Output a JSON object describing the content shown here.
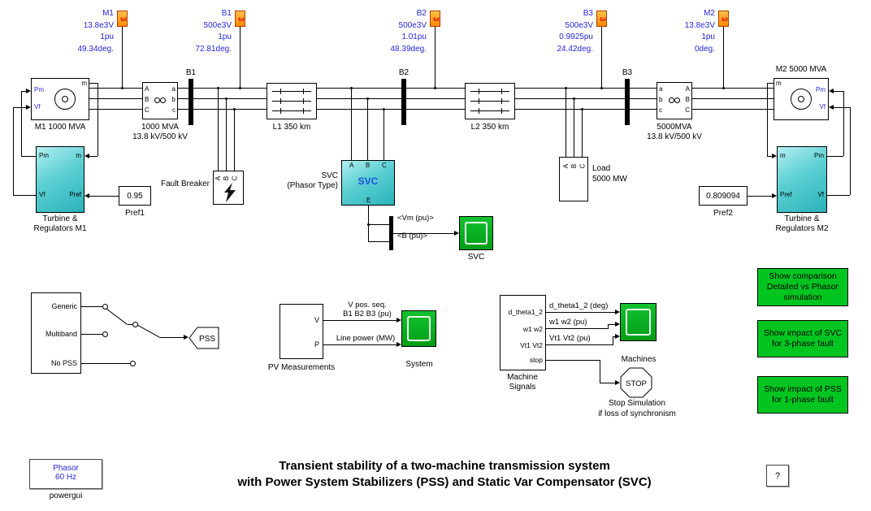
{
  "meas_icon_text": "3",
  "measurements": [
    {
      "name": "M1",
      "lines": [
        "13.8e3V",
        "1pu",
        "49.34deg."
      ]
    },
    {
      "name": "B1",
      "lines": [
        "500e3V",
        "1pu",
        "72.81deg."
      ]
    },
    {
      "name": "B2",
      "lines": [
        "500e3V",
        "1.01pu",
        "48.39deg."
      ]
    },
    {
      "name": "B3",
      "lines": [
        "500e3V",
        "0.9925pu",
        "24.42deg."
      ]
    },
    {
      "name": "M2",
      "lines": [
        "13.8e3V",
        "1pu",
        "0deg."
      ]
    }
  ],
  "machine1": {
    "label": "M1 1000 MVA",
    "pm": "Pm",
    "vf": "Vf",
    "m": "m"
  },
  "machine2": {
    "label": "M2 5000 MVA",
    "pm": "Pm",
    "vf": "Vf",
    "m": "m"
  },
  "transformer1": {
    "label1": "1000 MVA",
    "label2": "13.8 kV/500 kV",
    "A": "A",
    "B": "B",
    "C": "C",
    "a": "a",
    "b": "b",
    "c": "c"
  },
  "transformer2": {
    "label1": "5000MVA",
    "label2": "13.8 kV/500 kV",
    "A": "A",
    "B": "B",
    "C": "C",
    "a": "a",
    "b": "b",
    "c": "c"
  },
  "bus1": "B1",
  "bus2": "B2",
  "bus3": "B3",
  "line1_label": "L1 350 km",
  "line2_label": "L2 350 km",
  "breaker": {
    "label": "Fault Breaker",
    "A": "A",
    "B": "B",
    "C": "C"
  },
  "svc": {
    "label1": "SVC",
    "label2": "(Phasor Type)",
    "text": "SVC",
    "A": "A",
    "B": "B",
    "C": "C",
    "E": "E",
    "sig1": "<Vm (pu)>",
    "sig2": "<B (pu)>",
    "scope": "SVC"
  },
  "load": {
    "label1": "Load",
    "label2": "5000 MW",
    "A": "A",
    "B": "B",
    "C": "C"
  },
  "turbine1": {
    "label1": "Turbine &",
    "label2": "Regulators M1",
    "pm": "Pm",
    "m": "m",
    "vf": "Vf",
    "pref": "Pref"
  },
  "turbine2": {
    "label1": "Turbine &",
    "label2": "Regulators M2",
    "pm": "Pm",
    "m": "m",
    "vf": "Vf",
    "pref": "Pref"
  },
  "pref1": {
    "value": "0.95",
    "label": "Pref1"
  },
  "pref2": {
    "value": "0.809094",
    "label": "Pref2"
  },
  "pss": {
    "opt1": "Generic",
    "opt2": "Multiband",
    "opt3": "No PSS",
    "tag": "PSS"
  },
  "pv": {
    "label": "PV Measurements",
    "v": "V",
    "p": "P",
    "sig1a": "V pos. seq.",
    "sig1b": "B1 B2 B3 (pu)",
    "sig2": "Line power (MW)",
    "scope": "System"
  },
  "msig": {
    "label1": "Machine",
    "label2": "Signals",
    "o1": "d_theta1_2",
    "o2": "w1 w2",
    "o3": "Vt1 Vt2",
    "o4": "stop",
    "sig1": "d_theta1_2 (deg)",
    "sig2": "w1 w2 (pu)",
    "sig3": "Vt1 Vt2 (pu)",
    "scope": "Machines",
    "stop": "STOP",
    "stop_label1": "Stop Simulation",
    "stop_label2": "if loss of synchronism"
  },
  "buttons": [
    {
      "l1": "Show comparison",
      "l2": "Detailed vs Phasor",
      "l3": "simulation"
    },
    {
      "l1": "Show impact of SVC",
      "l2": "for 3-phase fault",
      "l3": ""
    },
    {
      "l1": "Show impact of PSS",
      "l2": "for 1-phase fault",
      "l3": ""
    }
  ],
  "powergui": {
    "line1": "Phasor",
    "line2": "60 Hz",
    "label": "powergui"
  },
  "title": {
    "line1": "Transient stability of a two-machine transmission system",
    "line2": "with Power System Stabilizers (PSS) and Static Var Compensator (SVC)"
  },
  "help": "?",
  "colors": {
    "teal": "#45c6ca",
    "green_scope": "#00b41c",
    "green_button": "#00c521",
    "orange": "#ff9a00",
    "label_blue": "#2727d8",
    "red": "#e01010"
  }
}
